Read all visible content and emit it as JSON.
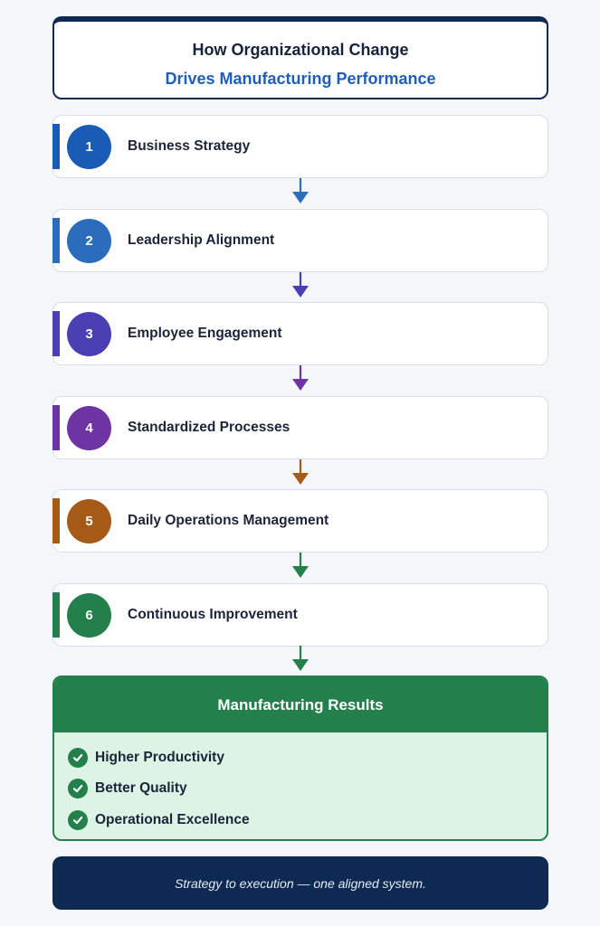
{
  "header": {
    "title_line1": "How Organizational Change",
    "title_line2": "Drives Manufacturing Performance"
  },
  "steps": [
    {
      "number": "1",
      "label": "Business Strategy",
      "color": "#1a5cb5"
    },
    {
      "number": "2",
      "label": "Leadership Alignment",
      "color": "#2b6cbd"
    },
    {
      "number": "3",
      "label": "Employee Engagement",
      "color": "#4a3fb3"
    },
    {
      "number": "4",
      "label": "Standardized Processes",
      "color": "#6e34a3"
    },
    {
      "number": "5",
      "label": "Daily Operations Management",
      "color": "#a65a17"
    },
    {
      "number": "6",
      "label": "Continuous Improvement",
      "color": "#23804a"
    }
  ],
  "arrows": [
    {
      "color": "#2b6cbd",
      "icon": "arrow-down"
    },
    {
      "color": "#4a3fb3",
      "icon": "arrow-down"
    },
    {
      "color": "#6e34a3",
      "icon": "arrow-down"
    },
    {
      "color": "#a65a17",
      "icon": "arrow-down"
    },
    {
      "color": "#23804a",
      "icon": "arrow-down"
    },
    {
      "color": "#23804a",
      "icon": "arrow-down"
    }
  ],
  "results": {
    "title": "Manufacturing Results",
    "color": "#23804a",
    "items": [
      {
        "label": "Higher Productivity",
        "icon": "check-circle-icon"
      },
      {
        "label": "Better Quality",
        "icon": "check-circle-icon"
      },
      {
        "label": "Operational Excellence",
        "icon": "check-circle-icon"
      }
    ]
  },
  "footer": {
    "text": "Strategy to execution — one aligned system."
  }
}
